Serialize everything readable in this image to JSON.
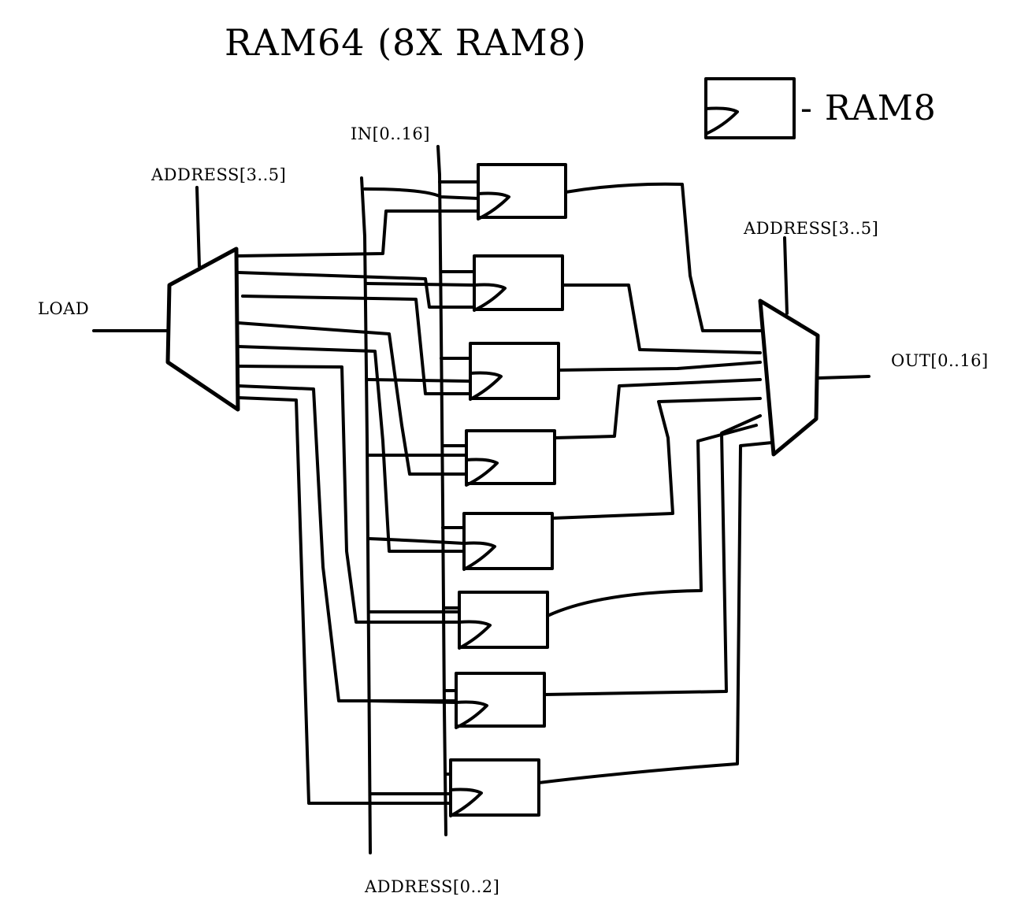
{
  "title": "RAM64 (8X RAM8)",
  "legend": {
    "label": "- RAM8",
    "icon": "ram8-block-icon"
  },
  "labels": {
    "load": "LOAD",
    "in_bus": "IN[0..16]",
    "address_demux": "ADDRESS[3..5]",
    "address_mux": "ADDRESS[3..5]",
    "address_low": "ADDRESS[0..2]",
    "out_bus": "OUT[0..16]"
  },
  "components": {
    "demux": "demux-block",
    "mux": "mux-block",
    "ram8_count": 8
  },
  "colors": {
    "ink": "#000000",
    "background": "#ffffff"
  }
}
